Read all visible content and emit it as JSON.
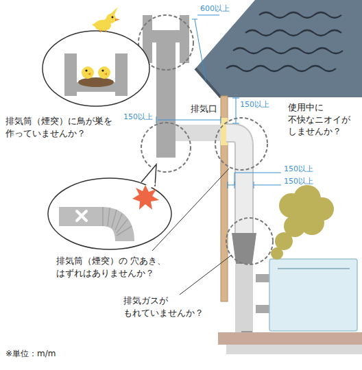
{
  "diagram": {
    "labels": [
      "600以上",
      "排気筒（煙突）に鳥が巣を 作っていませんか？",
      "150以上",
      "排気口",
      "150以上",
      "使用中に 不快なニオイが しませんか？",
      "150以上",
      "150以上",
      "排気筒（煙突）の 穴あき、はずれはありませんか？",
      "排気ガスが もれていませんか？",
      "※単位：m/m"
    ]
  }
}
